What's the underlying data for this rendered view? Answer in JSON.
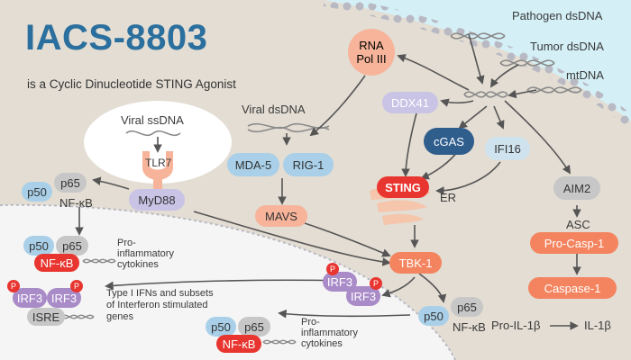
{
  "title": "IACS-8803",
  "subtitle": "is a Cyclic Dinucleotide STING Agonist",
  "dna_sources": {
    "pathogen": "Pathogen dsDNA",
    "tumor": "Tumor dsDNA",
    "mt": "mtDNA"
  },
  "nodes": {
    "rna_pol_line1": "RNA",
    "rna_pol_line2": "Pol III",
    "viral_ssdna": "Viral ssDNA",
    "tlr7": "TLR7",
    "myd88": "MyD88",
    "viral_dsdna": "Viral dsDNA",
    "mda5": "MDA-5",
    "rig1": "RIG-1",
    "mavs": "MAVS",
    "ddx41": "DDX41",
    "cgas": "cGAS",
    "ifi16": "IFI16",
    "sting": "STING",
    "er": "ER",
    "aim2": "AIM2",
    "asc": "ASC",
    "pro_casp1": "Pro-Casp-1",
    "caspase1": "Caspase-1",
    "pro_il1b": "Pro-IL-1β",
    "il1b": "IL-1β",
    "tbk1": "TBK-1"
  },
  "nfkb_top": {
    "p50": "p50",
    "p65": "p65",
    "label": "NF-κB"
  },
  "nfkb_left": {
    "p50": "p50",
    "p65": "p65",
    "nfkb": "NF-κB",
    "out_line1": "Pro-",
    "out_line2": "inflammatory",
    "out_line3": "cytokines"
  },
  "irf3_left": {
    "irf3a": "IRF3",
    "irf3b": "IRF3",
    "isre": "ISRE",
    "p": "P",
    "out_line1": "Type I IFNs and subsets",
    "out_line2": "of Interferon stimulated",
    "out_line3": "genes"
  },
  "irf3_center": {
    "irf3a": "IRF3",
    "irf3b": "IRF3",
    "p": "P"
  },
  "nfkb_right": {
    "p50": "p50",
    "p65": "p65",
    "label": "NF-κB"
  },
  "nfkb_bottom": {
    "p50": "p50",
    "p65": "p65",
    "nfkb": "NF-κB",
    "out_line1": "Pro-",
    "out_line2": "inflammatory",
    "out_line3": "cytokines"
  },
  "colors": {
    "title": "#2b6f9e",
    "background": "#e3ddd3",
    "extracellular": "#d4f0f6",
    "nucleus": "#f5f5f5",
    "sting_red": "#e8352f",
    "salmon": "#f7b49a",
    "orange": "#f4845f",
    "blue": "#a9d0e8",
    "purple": "#a98bc8"
  }
}
